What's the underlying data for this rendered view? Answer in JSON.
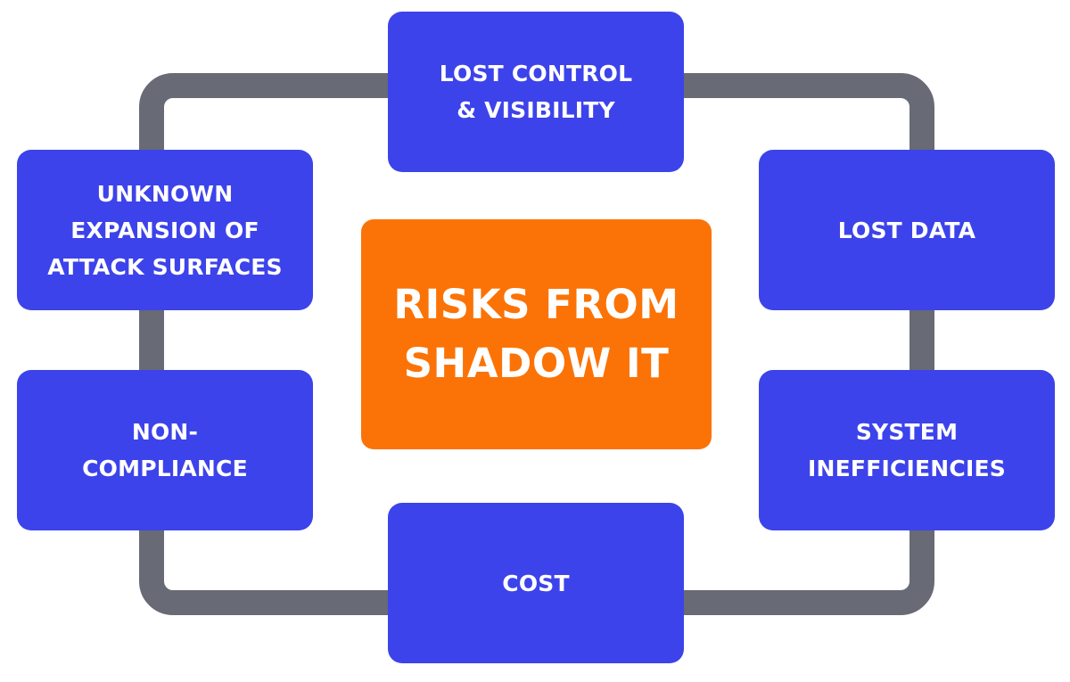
{
  "diagram": {
    "center": {
      "label": "RISKS FROM\nSHADOW IT",
      "color": "#fb7306"
    },
    "nodes": {
      "top": "LOST CONTROL\n& VISIBILITY",
      "left_top": "UNKNOWN\nEXPANSION OF\nATTACK SURFACES",
      "left_bottom": "NON-\nCOMPLIANCE",
      "right_top": "LOST DATA",
      "right_bottom": "SYSTEM\nINEFFICIENCIES",
      "bottom": "COST"
    },
    "colors": {
      "node": "#3d43ea",
      "ring": "#686a75",
      "text": "#ffffff"
    }
  }
}
